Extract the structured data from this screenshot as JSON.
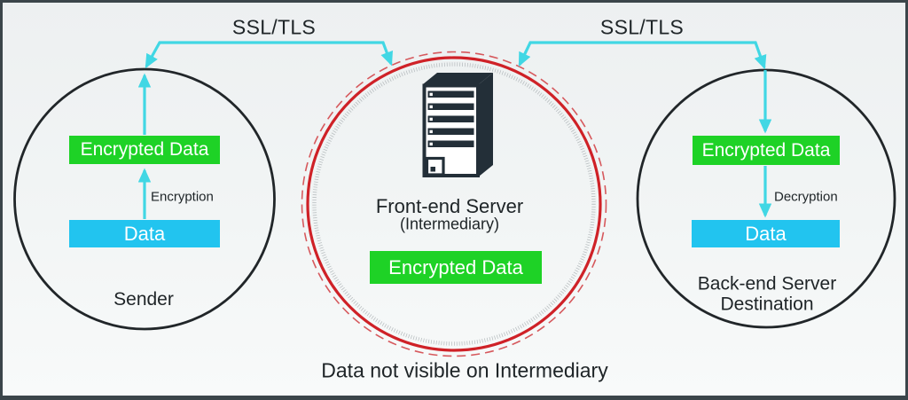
{
  "colors": {
    "background": "#eff2f2",
    "frame": "#3b454a",
    "stroke_black": "#212629",
    "cyan": "#41d7e4",
    "blue": "#22c4ef",
    "green": "#1ed226",
    "red": "#cf2127",
    "red_dash": "#d6595d",
    "stipple": "#a7adb0",
    "server_dark": "#232f38",
    "text": "#1e2427",
    "box_text": "#ffffff"
  },
  "links": {
    "left": {
      "label": "SSL/TLS"
    },
    "right": {
      "label": "SSL/TLS"
    }
  },
  "sender": {
    "encrypted_label": "Encrypted Data",
    "process_label": "Encryption",
    "data_label": "Data",
    "name": "Sender"
  },
  "intermediary": {
    "title": "Front-end Server",
    "subtitle": "(Intermediary)",
    "encrypted_label": "Encrypted Data",
    "server_icon": "tower-server-icon"
  },
  "backend": {
    "encrypted_label": "Encrypted Data",
    "process_label": "Decryption",
    "data_label": "Data",
    "name_line1": "Back-end Server",
    "name_line2": "Destination"
  },
  "caption": "Data not visible on Intermediary"
}
